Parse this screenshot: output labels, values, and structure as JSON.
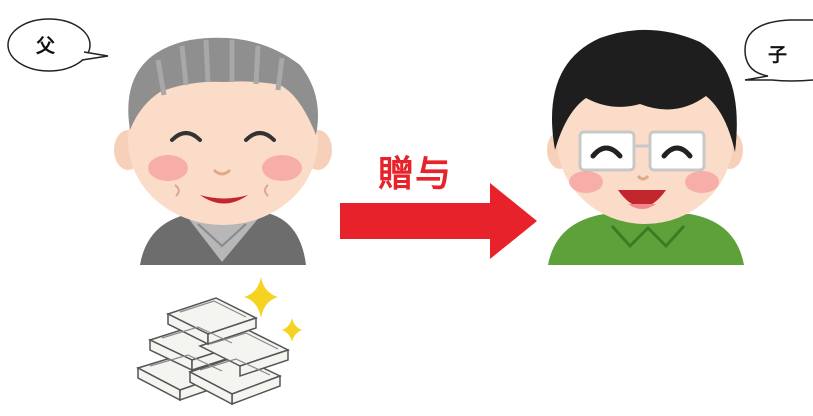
{
  "father": {
    "label": "父",
    "icon": "grandfather-illustration"
  },
  "son": {
    "label": "子",
    "icon": "son-illustration"
  },
  "transfer": {
    "label": "贈与",
    "arrow_color": "#e8222a",
    "icon": "right-arrow"
  },
  "money": {
    "icon": "money-stacks-illustration",
    "sparkle_color": "#f6d320"
  },
  "colors": {
    "hair_gray": "#8f8f8f",
    "skin": "#fbdcc8",
    "sweater_green": "#5ea13a",
    "text_red": "#e8222a"
  }
}
